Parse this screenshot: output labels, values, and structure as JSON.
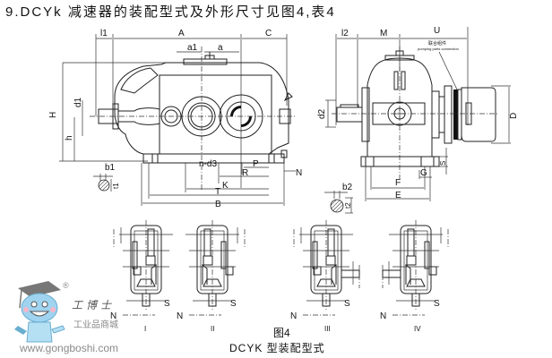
{
  "title": "9.DCYk 减速器的装配型式及外形尺寸见图4,表4",
  "front_view": {
    "dimension_labels": {
      "l1": "l1",
      "A": "A",
      "C": "C",
      "a1": "a1",
      "a": "a",
      "H": "H",
      "h": "h",
      "d1": "d1",
      "b1": "b1",
      "t1": "t1",
      "n_d3": "n-d3",
      "P": "P",
      "R": "R",
      "K": "K",
      "T": "T",
      "B": "B",
      "N": "N"
    }
  },
  "side_view": {
    "dimension_labels": {
      "l2": "l2",
      "M": "M",
      "U": "U",
      "d2": "d2",
      "D": "D",
      "S": "S",
      "G": "G",
      "F": "F",
      "E": "E",
      "b2": "b2",
      "t2": "t2"
    },
    "callout_cn": "联合组件",
    "callout_en": "pumping parts connection"
  },
  "assembly_types": [
    {
      "numeral": "I",
      "left_label": "N",
      "right_label": "S"
    },
    {
      "numeral": "II",
      "left_label": "N",
      "right_label": "S"
    },
    {
      "numeral": "III",
      "left_label": "N",
      "right_label": "S"
    },
    {
      "numeral": "IV",
      "left_label": "N",
      "right_label": "S"
    }
  ],
  "figure_label": "图4",
  "figure_caption": "DCYK 型装配型式",
  "watermark": {
    "brand": "工博士",
    "subtitle": "工业品商城",
    "url": "www.gongboshi.com",
    "registered": "®"
  }
}
